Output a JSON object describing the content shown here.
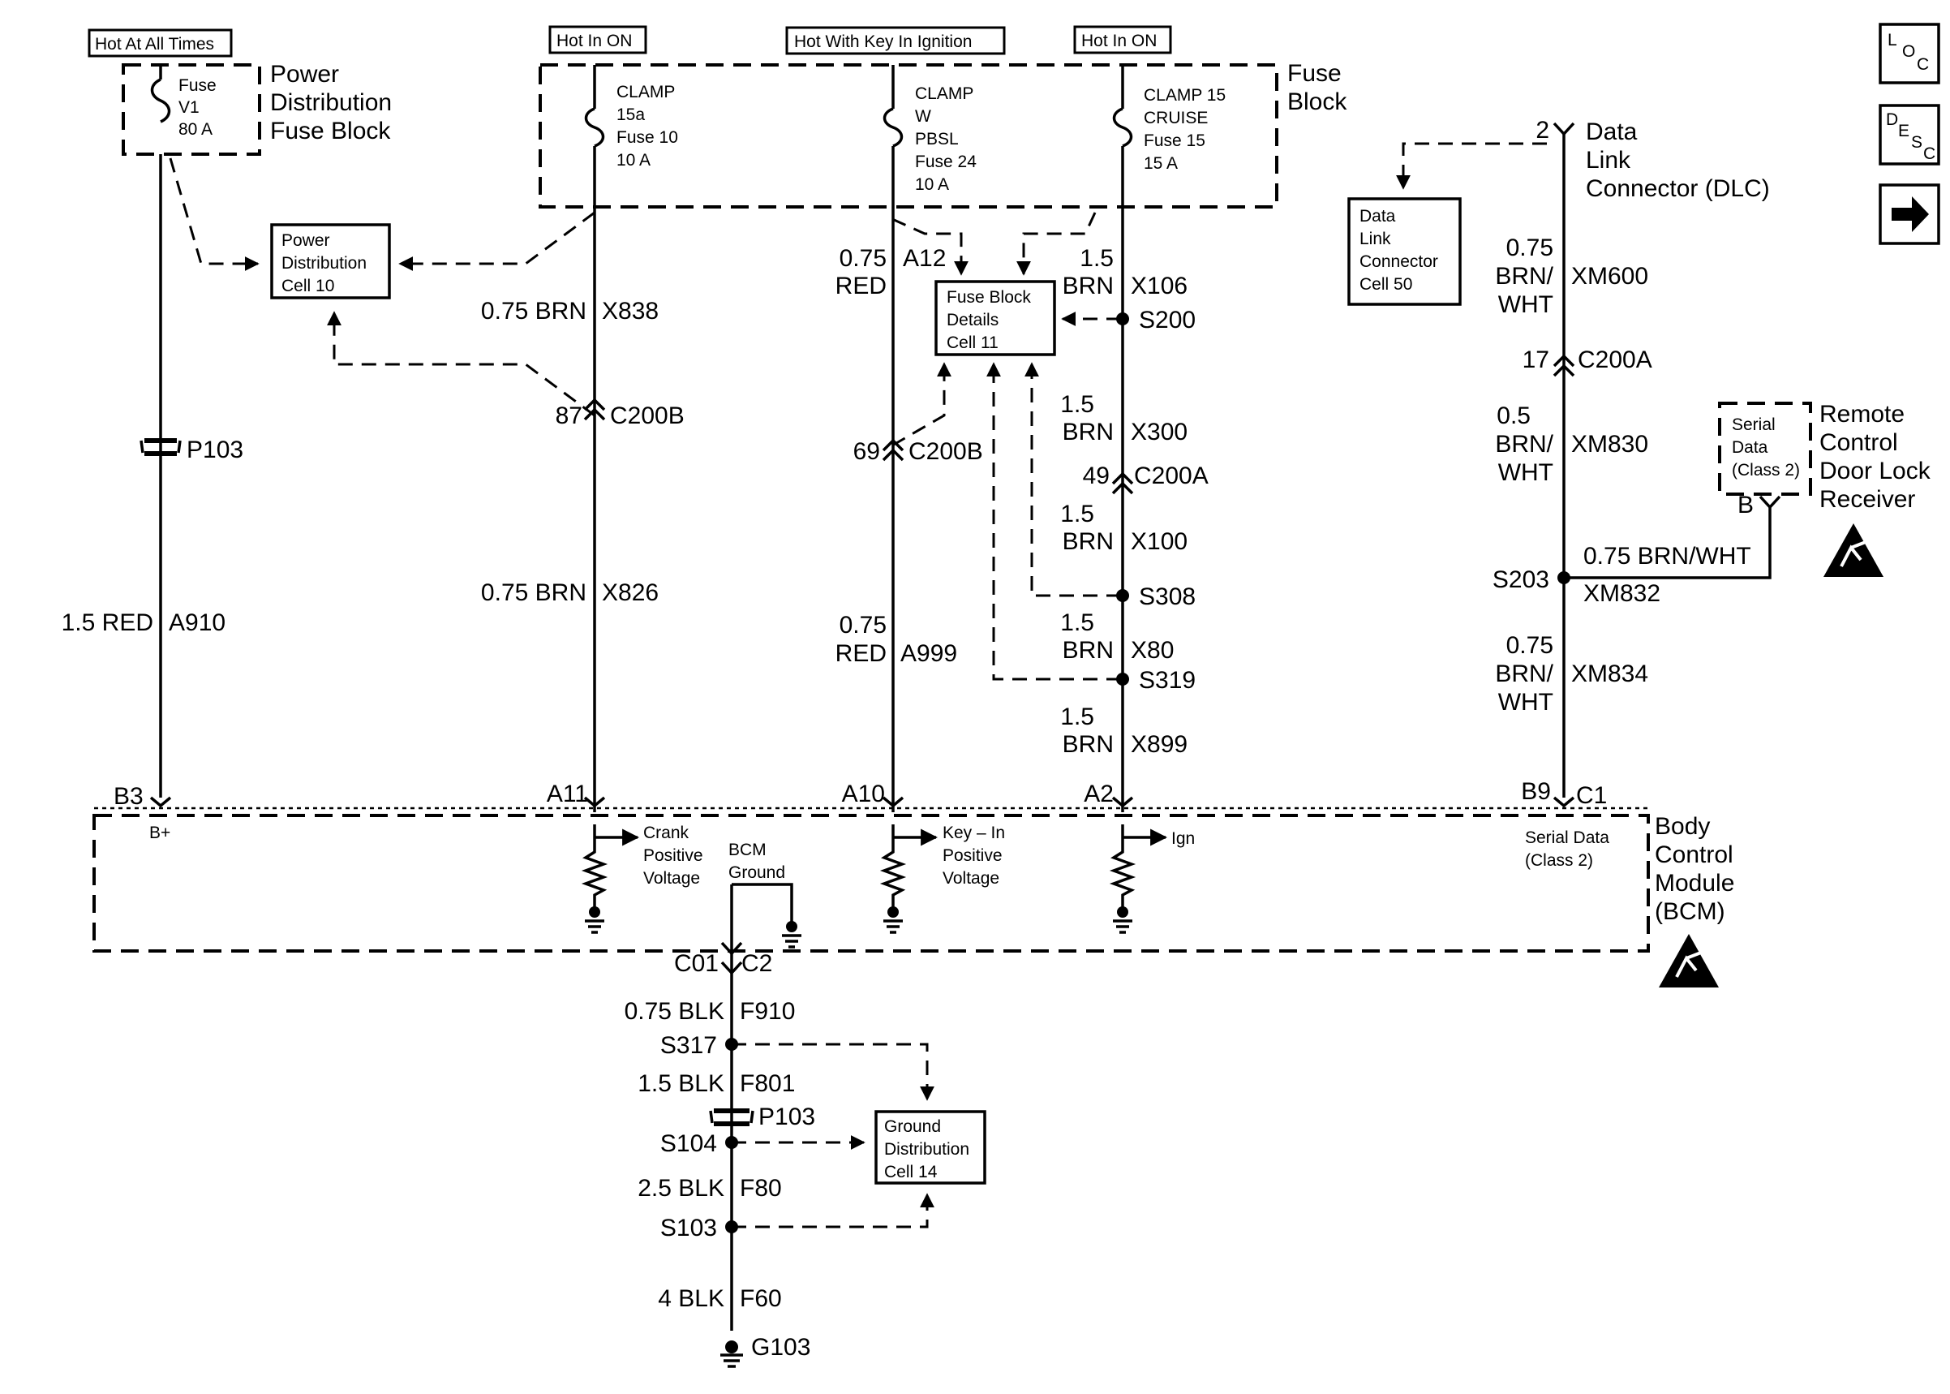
{
  "header_labels": {
    "hot_at_all_times": "Hot At All Times",
    "hot_in_on": "Hot In ON",
    "hot_with_key": "Hot With Key In Ignition"
  },
  "power_distribution_fuse_block": {
    "title": [
      "Power",
      "Distribution",
      "Fuse Block"
    ],
    "fuse": [
      "Fuse",
      "V1",
      "80 A"
    ]
  },
  "fuse_block": {
    "title": [
      "Fuse",
      "Block"
    ],
    "fuse_clamp_15a": [
      "CLAMP",
      "15a",
      "Fuse 10",
      "10 A"
    ],
    "fuse_clamp_w": [
      "CLAMP",
      "W",
      "PBSL",
      "Fuse 24",
      "10 A"
    ],
    "fuse_clamp_15": [
      "CLAMP  15",
      "CRUISE",
      "Fuse 15",
      "15 A"
    ]
  },
  "references": {
    "power_distribution": [
      "Power",
      "Distribution",
      "Cell 10"
    ],
    "fuse_block_details": [
      "Fuse Block",
      "Details",
      "Cell 11"
    ],
    "data_link_connector": [
      "Data",
      "Link",
      "Connector",
      "Cell 50"
    ],
    "ground_distribution": [
      "Ground",
      "Distribution",
      "Cell 14"
    ]
  },
  "dlc": {
    "pin": "2",
    "title": [
      "Data",
      "Link",
      "Connector (DLC)"
    ]
  },
  "side_icons": {
    "loc": {
      "name": "location-icon",
      "letters": [
        "L",
        "O",
        "C"
      ]
    },
    "desc": {
      "name": "description-icon",
      "letters": [
        "D",
        "E",
        "S",
        "C"
      ]
    },
    "next": {
      "name": "arrow-right-icon"
    }
  },
  "circuit_b3": {
    "connector_p103": "P103",
    "wire": "1.5 RED",
    "circuit": "A910",
    "pin": "B3",
    "bcm_label": "B+"
  },
  "circuit_a11": {
    "wire1": "0.75 BRN",
    "circuit1": "X838",
    "conn_pin": "87",
    "conn": "C200B",
    "wire2": "0.75 BRN",
    "circuit2": "X826",
    "pin": "A11",
    "bcm_label": [
      "Crank",
      "Positive",
      "Voltage"
    ]
  },
  "circuit_a10": {
    "wire1": [
      "0.75",
      "RED"
    ],
    "circuit1": "A12",
    "conn_pin": "69",
    "conn": "C200B",
    "wire2": [
      "0.75",
      "RED"
    ],
    "circuit2": "A999",
    "pin": "A10",
    "bcm_label": [
      "Key – In",
      "Positive",
      "Voltage"
    ]
  },
  "circuit_a2": {
    "wire_x106": [
      "1.5",
      "BRN"
    ],
    "circuit_x106": "X106",
    "splice_s200": "S200",
    "wire_x300": [
      "1.5",
      "BRN"
    ],
    "circuit_x300": "X300",
    "conn_pin": "49",
    "conn": "C200A",
    "wire_x100": [
      "1.5",
      "BRN"
    ],
    "circuit_x100": "X100",
    "splice_s308": "S308",
    "wire_x80": [
      "1.5",
      "BRN"
    ],
    "circuit_x80": "X80",
    "splice_s319": "S319",
    "wire_x899": [
      "1.5",
      "BRN"
    ],
    "circuit_x899": "X899",
    "pin": "A2",
    "bcm_label": "Ign"
  },
  "circuit_serial": {
    "wire1": [
      "0.75",
      "BRN/",
      "WHT"
    ],
    "circuit1": "XM600",
    "conn_pin": "17",
    "conn": "C200A",
    "wire2": [
      "0.5",
      "BRN/",
      "WHT"
    ],
    "circuit2": "XM830",
    "splice_s203": "S203",
    "branch_wire": "0.75 BRN/WHT",
    "branch_circuit": "XM832",
    "wire3": [
      "0.75",
      "BRN/",
      "WHT"
    ],
    "circuit3": "XM834",
    "pin_left": "B9",
    "pin_right": "C1",
    "bcm_label": [
      "Serial Data",
      "(Class 2)"
    ]
  },
  "remote_receiver": {
    "box": [
      "Serial",
      "Data",
      "(Class 2)"
    ],
    "pin": "B",
    "title": [
      "Remote",
      "Control",
      "Door Lock",
      "Receiver"
    ]
  },
  "bcm": {
    "title": [
      "Body",
      "Control",
      "Module",
      "(BCM)"
    ],
    "ground_label": [
      "BCM",
      "Ground"
    ]
  },
  "ground_circuit": {
    "pin_left": "C01",
    "pin_right": "C2",
    "wire_f910": "0.75 BLK",
    "circuit_f910": "F910",
    "splice_s317": "S317",
    "wire_f801": "1.5 BLK",
    "circuit_f801": "F801",
    "connector_p103": "P103",
    "splice_s104": "S104",
    "wire_f80": "2.5 BLK",
    "circuit_f80": "F80",
    "splice_s103": "S103",
    "wire_f60": "4 BLK",
    "circuit_f60": "F60",
    "ground_g103": "G103"
  }
}
